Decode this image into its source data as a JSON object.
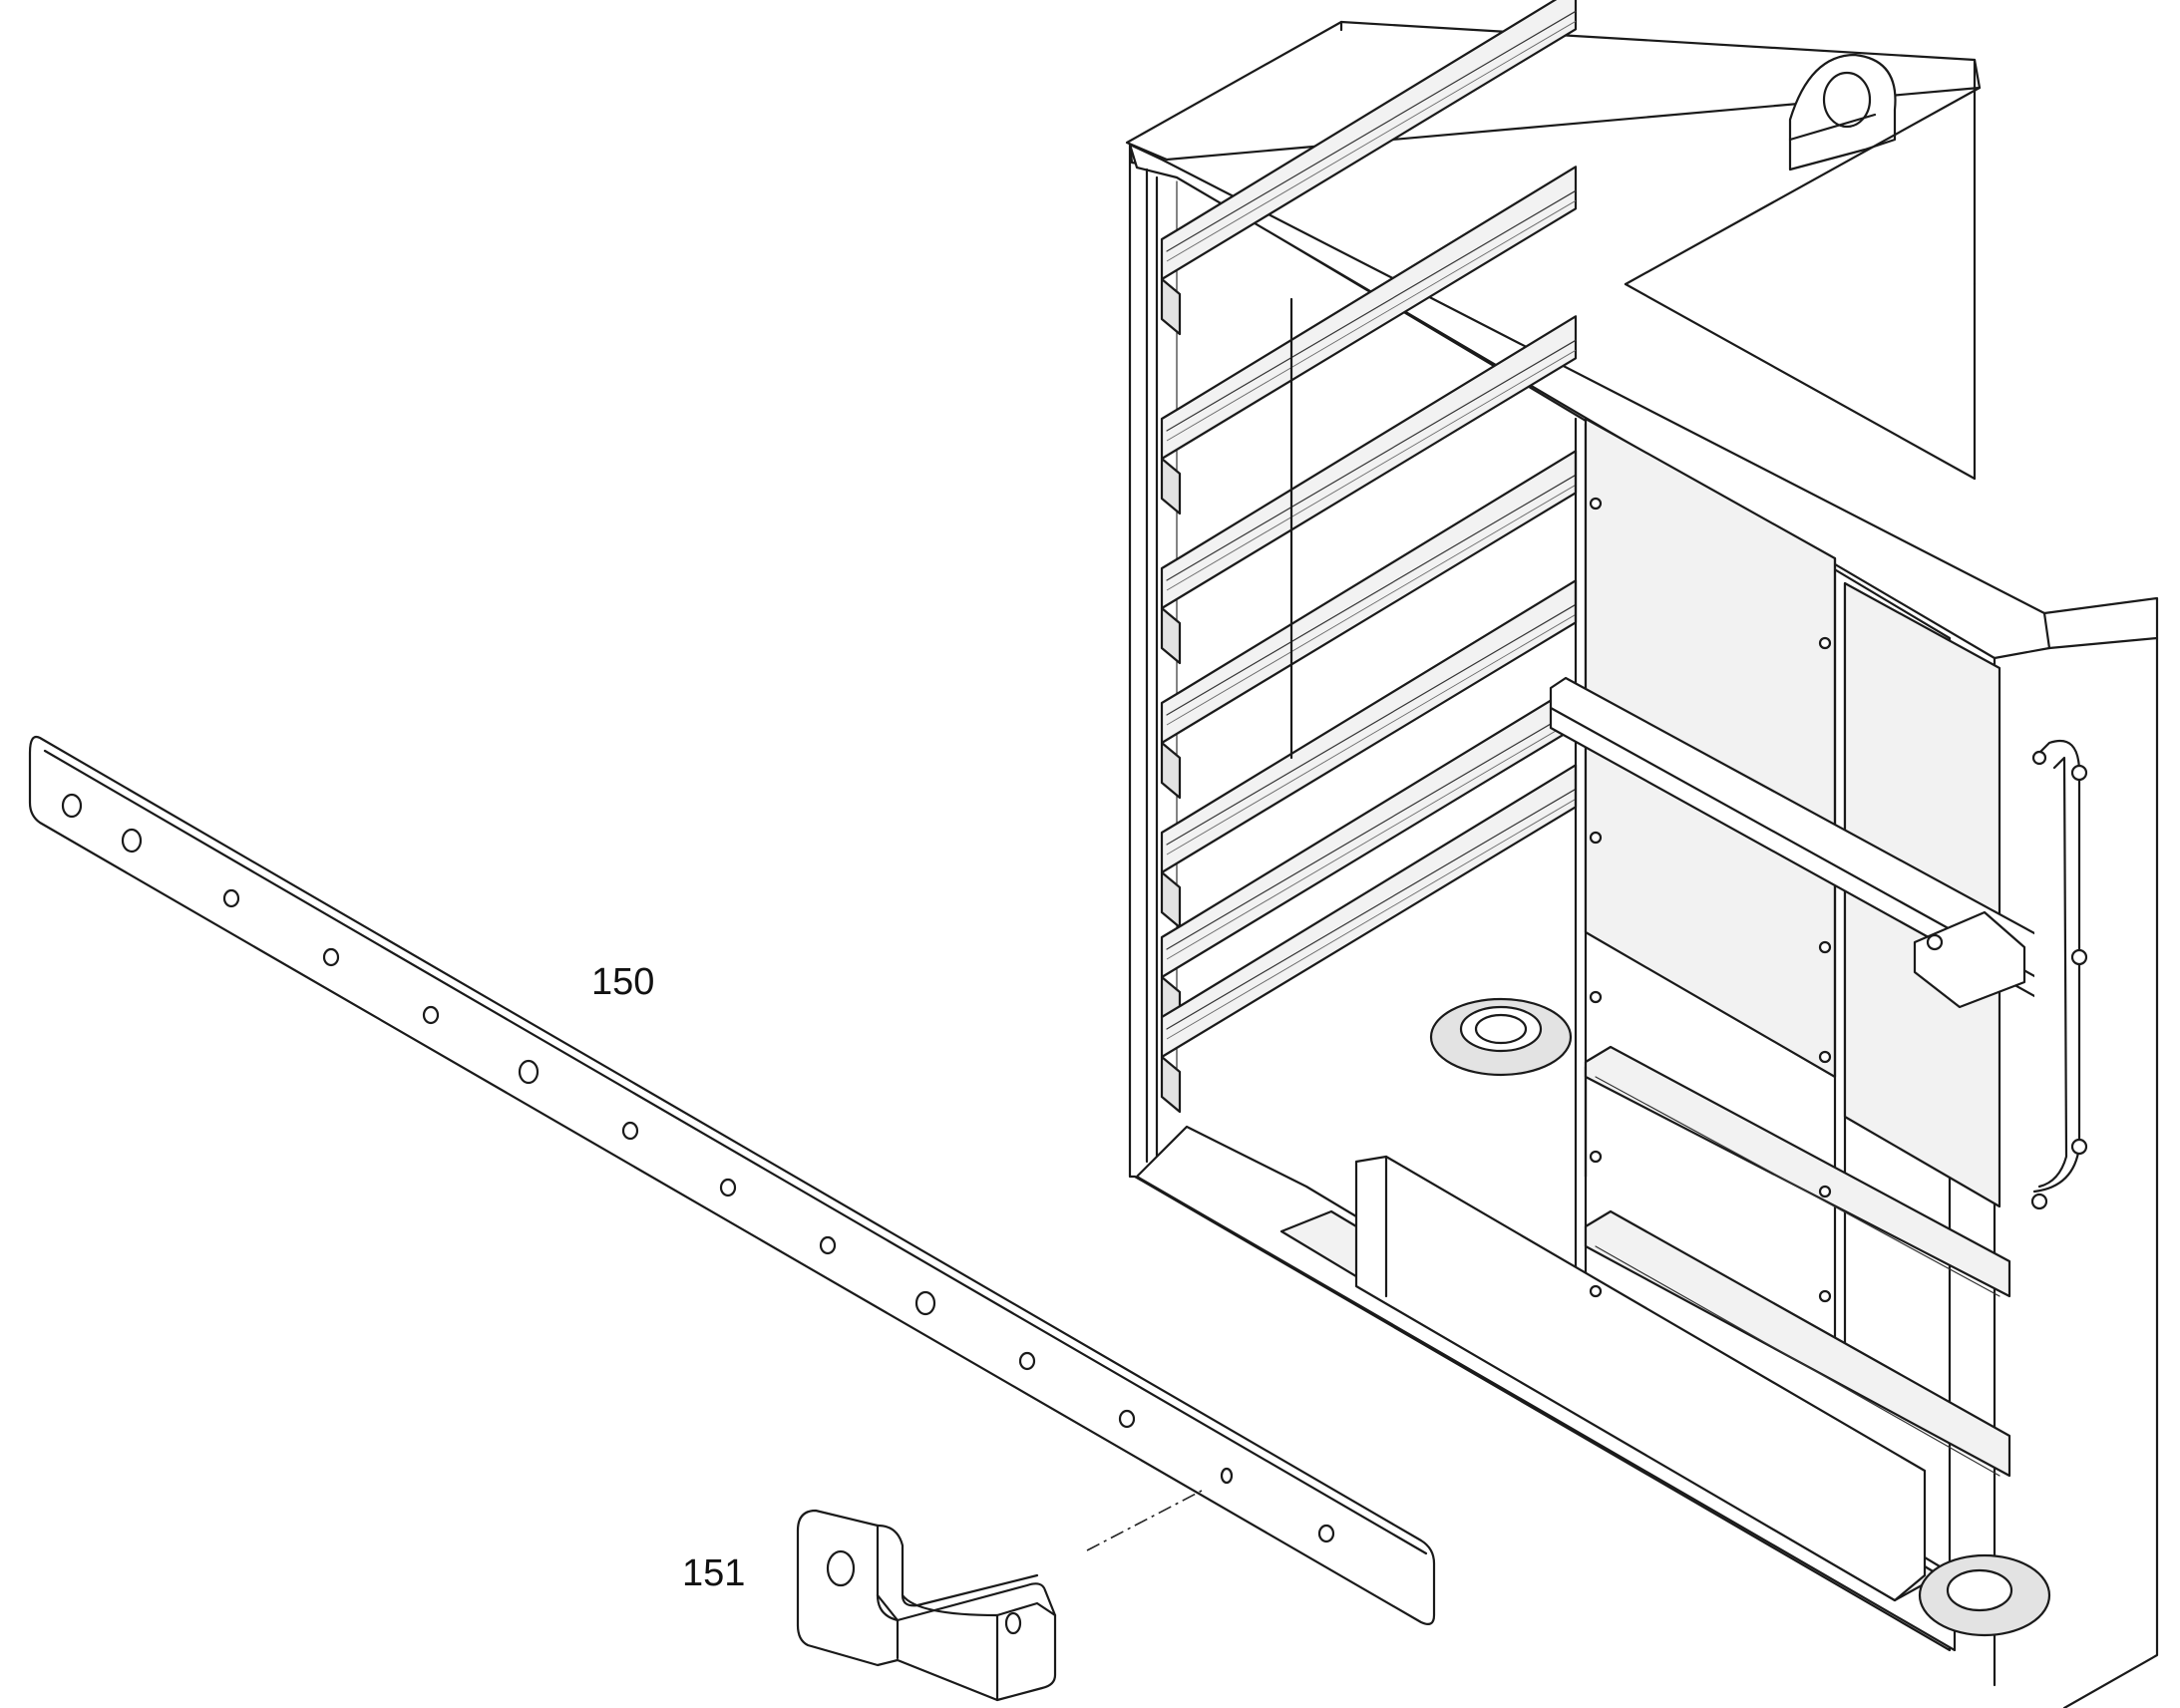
{
  "parts": [
    {
      "id": "flat-bar",
      "callout": "150"
    },
    {
      "id": "z-bracket",
      "callout": "151"
    }
  ]
}
